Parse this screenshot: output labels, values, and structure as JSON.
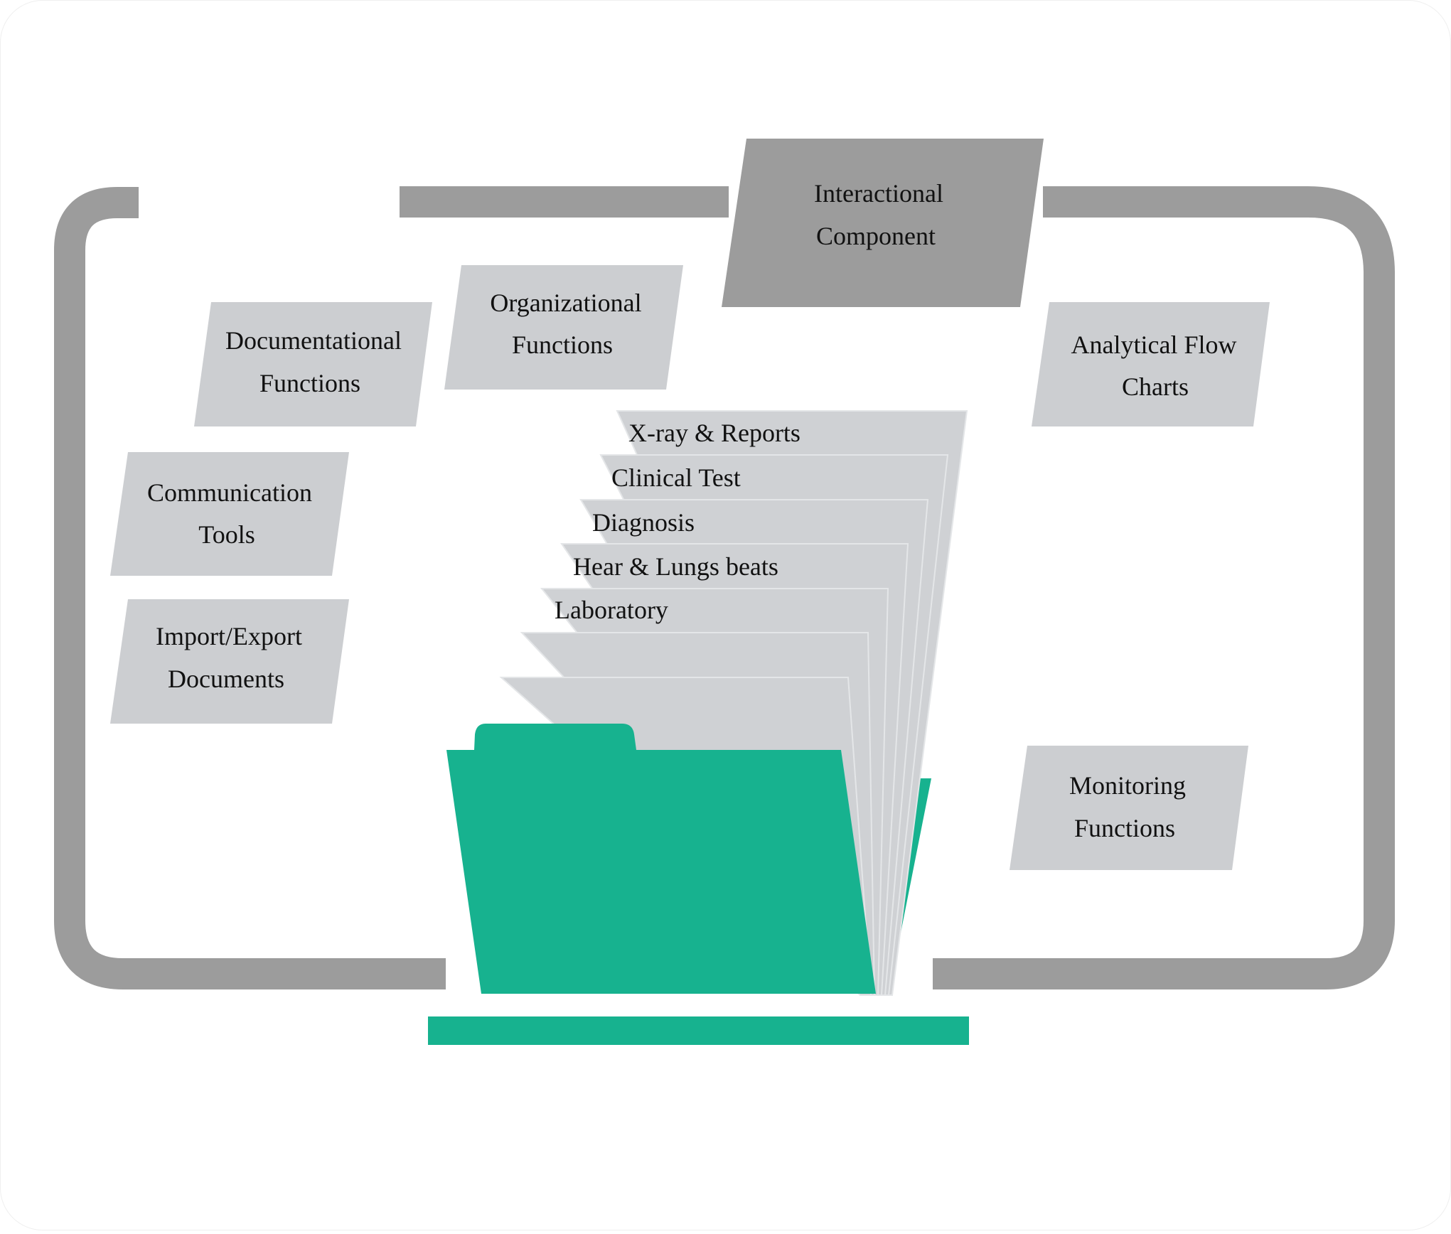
{
  "colors": {
    "frame": "#9c9c9c",
    "box_light": "#ccced1",
    "box_dark": "#9c9c9c",
    "folder_teal": "#17b28f",
    "paper": "#cfd1d4",
    "text": "#111111"
  },
  "header_box": {
    "line1": "Interactional",
    "line2": "Component"
  },
  "function_boxes": {
    "documentational": {
      "line1": "Documentational",
      "line2": "Functions"
    },
    "organizational": {
      "line1": "Organizational",
      "line2": "Functions"
    },
    "analytical": {
      "line1": "Analytical Flow",
      "line2": "Charts"
    },
    "communication": {
      "line1": "Communication",
      "line2": "Tools"
    },
    "import_export": {
      "line1": "Import/Export",
      "line2": "Documents"
    },
    "monitoring": {
      "line1": "Monitoring",
      "line2": "Functions"
    }
  },
  "folder_tabs": [
    "X-ray & Reports",
    "Clinical Test",
    "Diagnosis",
    "Hear & Lungs beats",
    "Laboratory"
  ],
  "icons": {
    "folder": "folder-icon",
    "monitor": "monitor-frame-icon"
  }
}
